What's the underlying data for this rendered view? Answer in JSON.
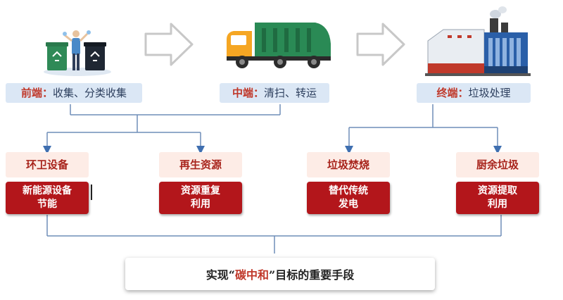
{
  "stages": [
    {
      "label": "前端：",
      "text": "收集、分类收集"
    },
    {
      "label": "中端：",
      "text": "清扫、转运"
    },
    {
      "label": "终端：",
      "text": "垃圾处理"
    }
  ],
  "categories": [
    {
      "title": "环卫设备",
      "detail": "新能源设备\n节能"
    },
    {
      "title": "再生资源",
      "detail": "资源重复\n利用"
    },
    {
      "title": "垃圾焚烧",
      "detail": "替代传统\n发电"
    },
    {
      "title": "厨余垃圾",
      "detail": "资源提取\n利用"
    }
  ],
  "goal": {
    "prefix": "实现“",
    "highlight": "碳中和",
    "suffix": "”目标的重要手段"
  },
  "colors": {
    "accent": "#b3161b",
    "stage_bg": "#dbe7f5",
    "category_bg": "#fdece6",
    "connector": "#6f8db8"
  }
}
